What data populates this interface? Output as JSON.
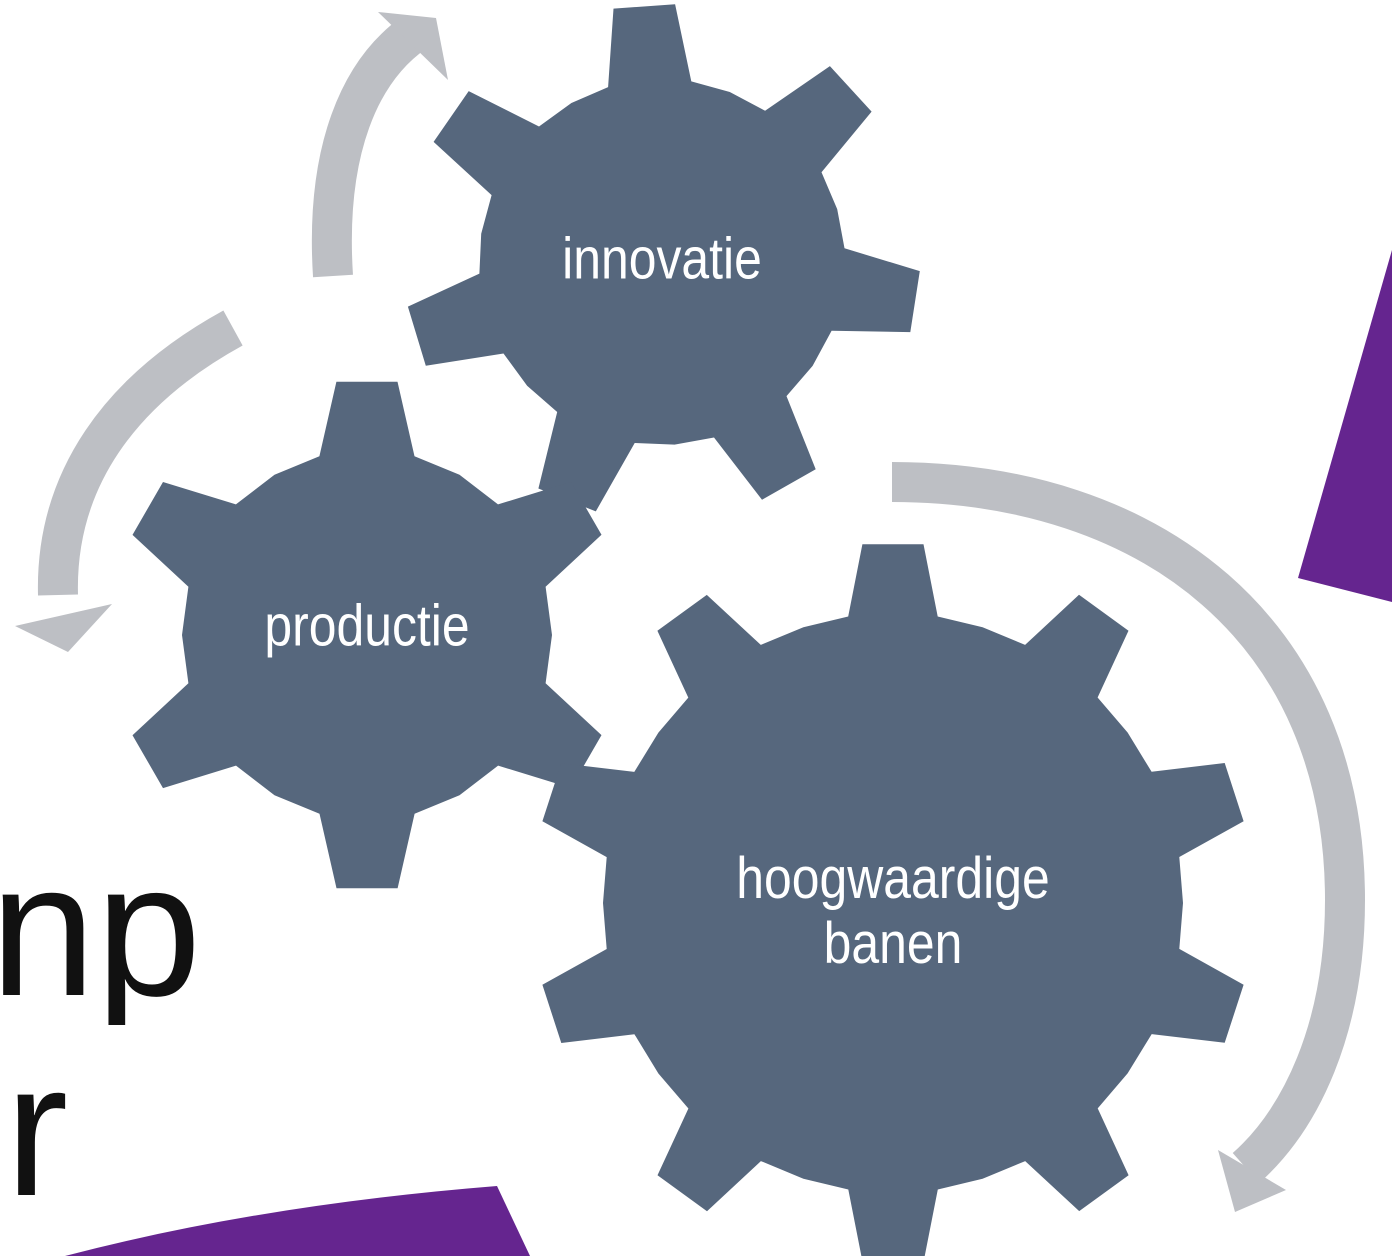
{
  "colors": {
    "gear": "#56677d",
    "arrow": "#bdbfc4",
    "accent_purple": "#65258f",
    "label_text": "#ffffff",
    "background_text": "#111111"
  },
  "gears": [
    {
      "id": "innovatie",
      "lines": [
        "innovatie"
      ]
    },
    {
      "id": "productie",
      "lines": [
        "productie"
      ]
    },
    {
      "id": "hoogwaardige-banen",
      "lines": [
        "hoogwaardige",
        "banen"
      ]
    }
  ],
  "background_text": {
    "line1": "np",
    "line2": "r"
  }
}
